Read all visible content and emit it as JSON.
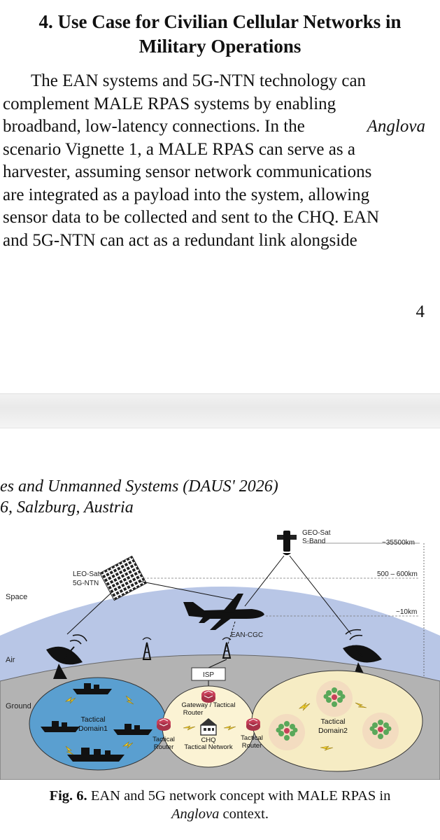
{
  "page1": {
    "heading": {
      "line1": "4. Use Case for Civilian Cellular Networks in",
      "line2": "Military Operations"
    },
    "paragraph_lines": [
      "The EAN systems and 5G-NTN technology can",
      "complement MALE RPAS systems by enabling",
      "broadband, low-latency connections. In the",
      "Anglova",
      "scenario Vignette 1, a MALE RPAS can serve as a",
      "harvester, assuming sensor network communications",
      "are integrated as a payload into the system, allowing",
      "sensor data to be collected and sent to the CHQ. EAN",
      "and 5G-NTN can act as a redundant link alongside"
    ],
    "page_number": "4"
  },
  "page2": {
    "running_header": {
      "line1": "es and Unmanned Systems (DAUS' 2026)",
      "line2": "6, Salzburg, Austria"
    },
    "figure": {
      "labels": {
        "geo_sat": "GEO-Sat",
        "s_band": "S-Band",
        "leo_sat": "LEO-Sat",
        "leo_ntn": "5G-NTN",
        "alt_geo": "~35500km",
        "alt_leo": "500 – 600km",
        "alt_air": "~10km",
        "space": "Space",
        "air": "Air",
        "ground": "Ground",
        "ean_cgc": "EAN-CGC",
        "isp": "ISP",
        "gateway1": "Gateway / Tactical",
        "gateway2": "Router",
        "chq": "CHQ",
        "tactical_network": "Tactical Network",
        "tactical_domain1_a": "Tactical",
        "tactical_domain1_b": "Domain1",
        "tactical_domain2_a": "Tactical",
        "tactical_domain2_b": "Domain2",
        "tactical_router_left_a": "Tactical",
        "tactical_router_left_b": "Router",
        "tactical_router_right_a": "Tactical",
        "tactical_router_right_b": "Router"
      },
      "caption": {
        "label": "Fig. 6.",
        "text_1": "EAN and 5G network concept with MALE RPAS in",
        "italic": "Anglova",
        "text_2": "context."
      }
    }
  },
  "colors": {
    "sky": "#b8c6e6",
    "earth": "#b3b3b3",
    "domain1": "#5a9fd0",
    "domain2": "#f6ecc4",
    "gateway_zone": "#fbf3d4",
    "lightning": "#f4d22e",
    "router": "#c8405a"
  }
}
